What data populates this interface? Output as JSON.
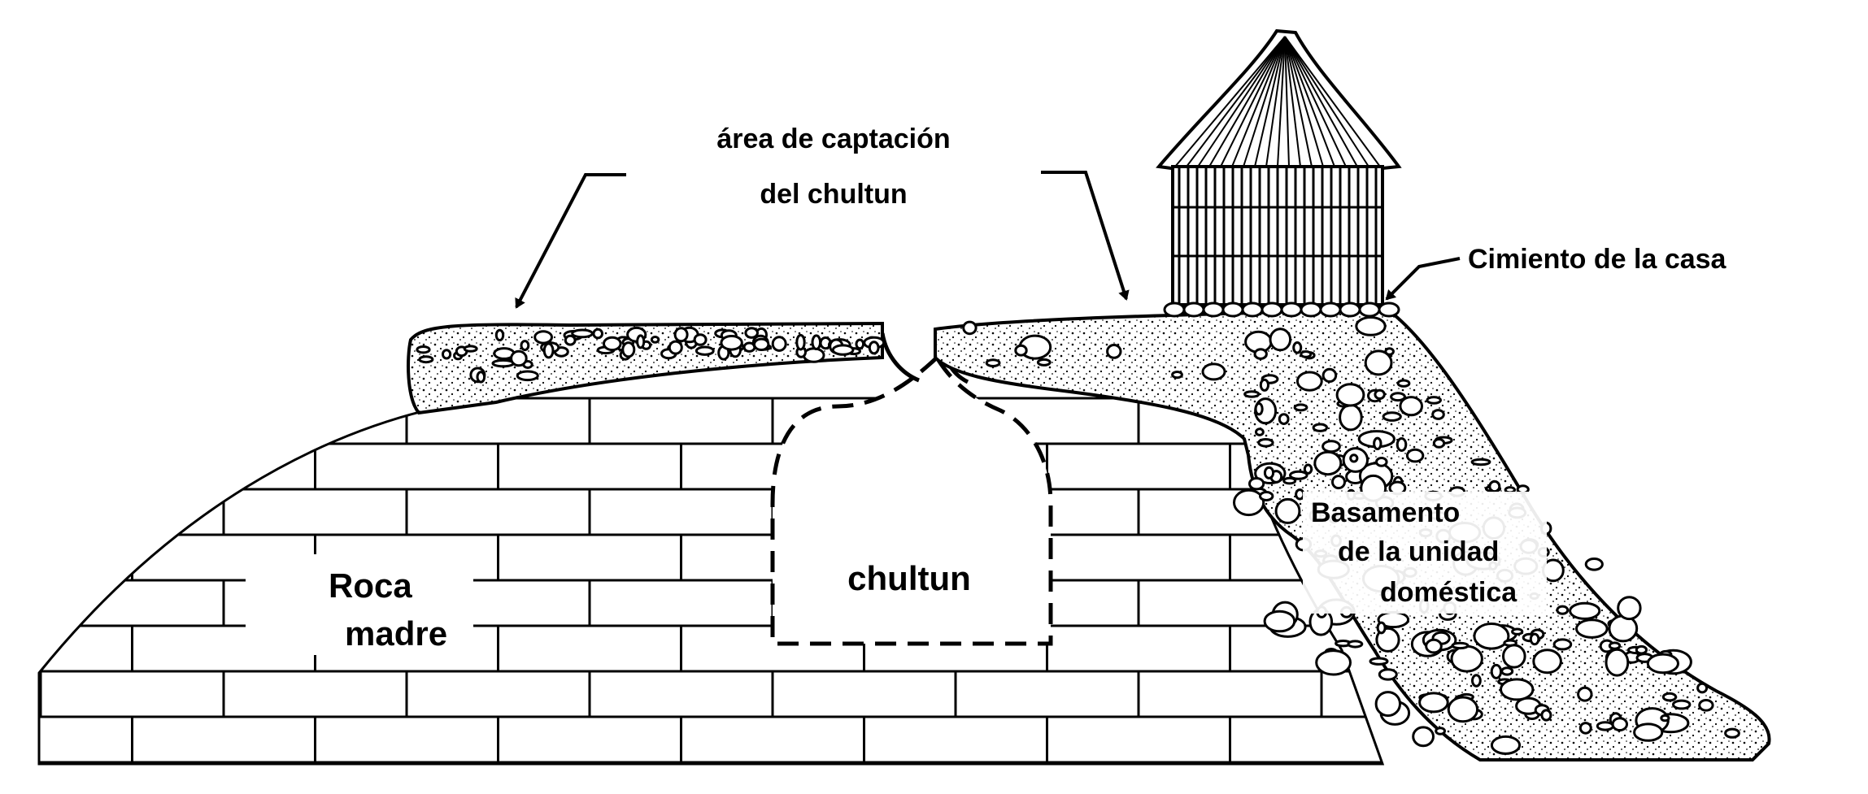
{
  "labels": {
    "catchment_line1": "área de captación",
    "catchment_line2": "del chultun",
    "foundation": "Cimiento de la casa",
    "basement_line1": "Basamento",
    "basement_line2": "de la unidad",
    "basement_line3": "doméstica",
    "bedrock_line1": "Roca",
    "bedrock_line2": "madre",
    "chultun": "chultun"
  },
  "colors": {
    "ink": "#000000",
    "paper": "#ffffff",
    "fill_speckle": "#d9d9d9"
  }
}
